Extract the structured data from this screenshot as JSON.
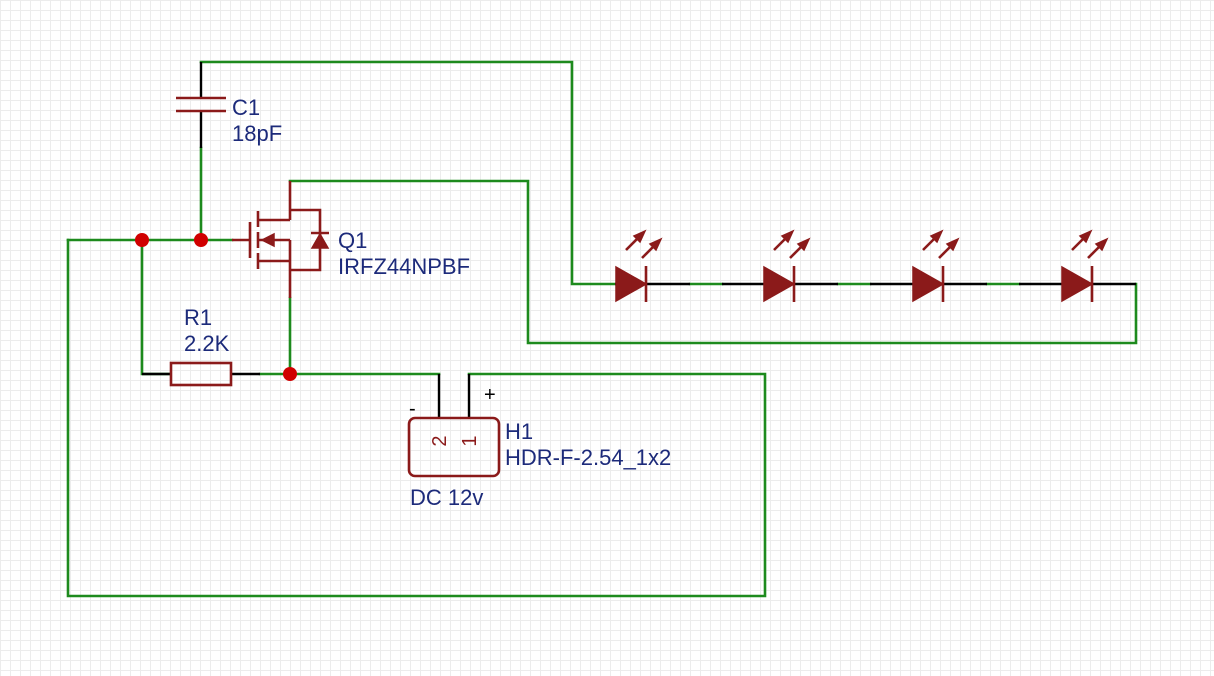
{
  "components": {
    "c1": {
      "ref": "C1",
      "value": "18pF"
    },
    "q1": {
      "ref": "Q1",
      "value": "IRFZ44NPBF"
    },
    "r1": {
      "ref": "R1",
      "value": "2.2K"
    },
    "h1": {
      "ref": "H1",
      "value": "HDR-F-2.54_1x2",
      "label": "DC 12v",
      "pin1": "1",
      "pin2": "2",
      "pin_minus": "-",
      "pin_plus": "+"
    }
  },
  "colors": {
    "wire": "#1d8a1d",
    "symbol": "#8b1a1a",
    "junction": "#d00000",
    "label": "#1c2a7a",
    "pin": "#000000"
  },
  "led_count": 4
}
